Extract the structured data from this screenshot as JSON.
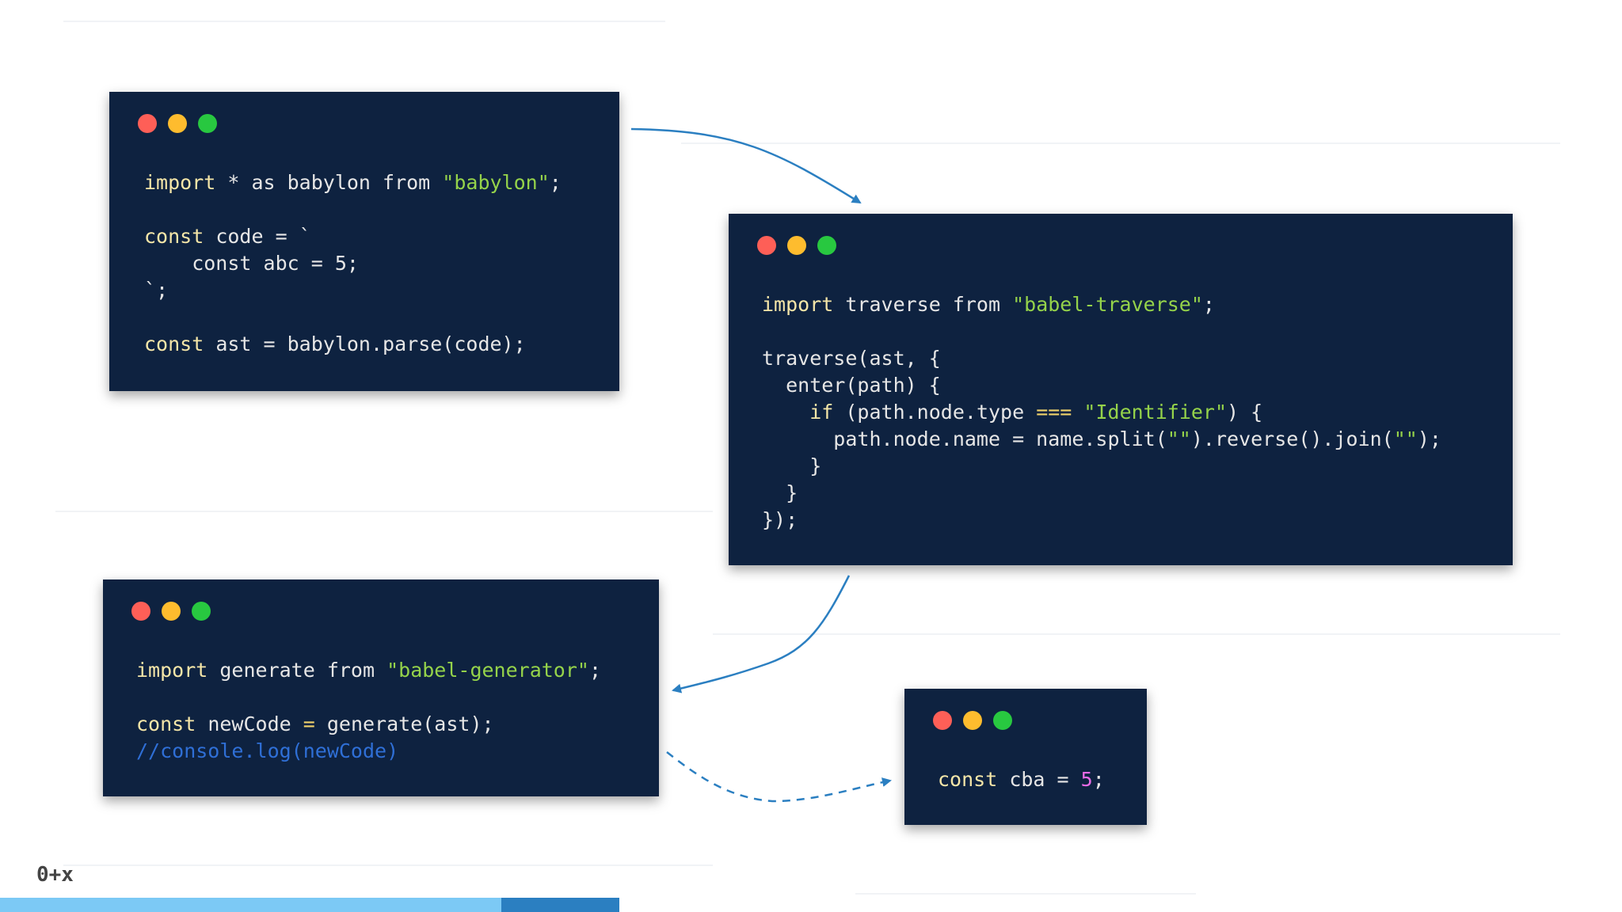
{
  "windows": [
    {
      "id": "parse",
      "lines": [
        [
          {
            "t": "import",
            "c": "kw"
          },
          {
            "t": " * as babylon from "
          },
          {
            "t": "\"babylon\"",
            "c": "str"
          },
          {
            "t": ";"
          }
        ],
        [],
        [
          {
            "t": "const",
            "c": "kw"
          },
          {
            "t": " code = `"
          }
        ],
        [
          {
            "t": "    const abc = 5;"
          }
        ],
        [
          {
            "t": "`;"
          }
        ],
        [],
        [
          {
            "t": "const",
            "c": "kw"
          },
          {
            "t": " ast = babylon.parse(code);"
          }
        ]
      ]
    },
    {
      "id": "traverse",
      "lines": [
        [
          {
            "t": "import",
            "c": "kw"
          },
          {
            "t": " traverse from "
          },
          {
            "t": "\"babel-traverse\"",
            "c": "str"
          },
          {
            "t": ";"
          }
        ],
        [],
        [
          {
            "t": "traverse(ast, {"
          }
        ],
        [
          {
            "t": "  enter(path) {"
          }
        ],
        [
          {
            "t": "    "
          },
          {
            "t": "if",
            "c": "kw"
          },
          {
            "t": " (path.node.type "
          },
          {
            "t": "===",
            "c": "op"
          },
          {
            "t": " "
          },
          {
            "t": "\"Identifier\"",
            "c": "str"
          },
          {
            "t": ") {"
          }
        ],
        [
          {
            "t": "      path.node.name = name.split("
          },
          {
            "t": "\"\"",
            "c": "str"
          },
          {
            "t": ").reverse().join("
          },
          {
            "t": "\"\"",
            "c": "str"
          },
          {
            "t": ");"
          }
        ],
        [
          {
            "t": "    }"
          }
        ],
        [
          {
            "t": "  }"
          }
        ],
        [
          {
            "t": "});"
          }
        ]
      ]
    },
    {
      "id": "generate",
      "lines": [
        [
          {
            "t": "import",
            "c": "kw"
          },
          {
            "t": " generate from "
          },
          {
            "t": "\"babel-generator\"",
            "c": "str"
          },
          {
            "t": ";"
          }
        ],
        [],
        [
          {
            "t": "const",
            "c": "kw"
          },
          {
            "t": " newCode "
          },
          {
            "t": "=",
            "c": "op"
          },
          {
            "t": " generate(ast);"
          }
        ],
        [
          {
            "t": "//console.log(newCode)",
            "c": "cm"
          }
        ]
      ]
    },
    {
      "id": "result",
      "lines": [
        [
          {
            "t": "const",
            "c": "kw"
          },
          {
            "t": " cba = "
          },
          {
            "t": "5",
            "c": "num"
          },
          {
            "t": ";"
          }
        ]
      ]
    }
  ],
  "logo": "0+x",
  "progress": 0.81,
  "colors": {
    "window_bg": "#0e2240",
    "keyword": "#f5e6a8",
    "string": "#95d34a",
    "comment": "#2f6fd6",
    "number": "#e86be6",
    "arrow": "#2b7fc1"
  }
}
